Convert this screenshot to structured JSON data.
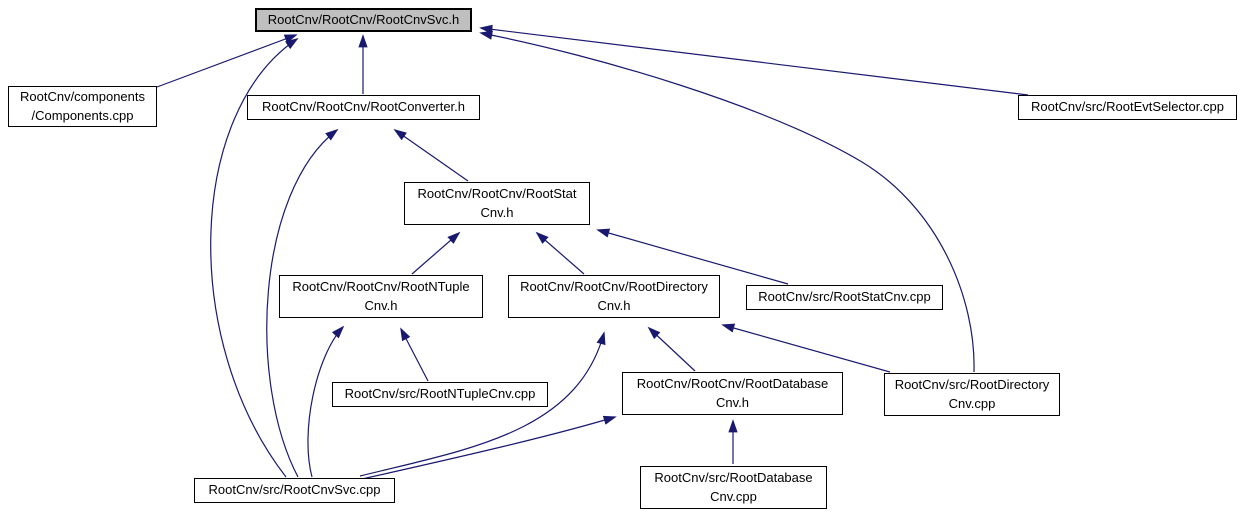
{
  "diagram": {
    "title": "Include dependency graph (included-by) for RootCnvSvc.h",
    "type": "doxygen-dependency-graph",
    "colors": {
      "edge": "#191970",
      "node_fill": "#ffffff",
      "node_border": "#000000",
      "root_fill": "#bfbfbf",
      "background": "#ffffff"
    },
    "nodes": [
      {
        "id": "root",
        "label": "RootCnv/RootCnv/RootCnvSvc.h"
      },
      {
        "id": "components_cpp",
        "label": "RootCnv/components\n/Components.cpp"
      },
      {
        "id": "evtselector_cpp",
        "label": "RootCnv/src/RootEvtSelector.cpp"
      },
      {
        "id": "converter_h",
        "label": "RootCnv/RootCnv/RootConverter.h"
      },
      {
        "id": "statcnv_h",
        "label": "RootCnv/RootCnv/RootStat\nCnv.h"
      },
      {
        "id": "ntuplecnv_h",
        "label": "RootCnv/RootCnv/RootNTuple\nCnv.h"
      },
      {
        "id": "directorycnv_h",
        "label": "RootCnv/RootCnv/RootDirectory\nCnv.h"
      },
      {
        "id": "statcnv_cpp",
        "label": "RootCnv/src/RootStatCnv.cpp"
      },
      {
        "id": "ntuplecnv_cpp",
        "label": "RootCnv/src/RootNTupleCnv.cpp"
      },
      {
        "id": "databasecnv_h",
        "label": "RootCnv/RootCnv/RootDatabase\nCnv.h"
      },
      {
        "id": "directorycnv_cpp",
        "label": "RootCnv/src/RootDirectory\nCnv.cpp"
      },
      {
        "id": "cnvsvc_cpp",
        "label": "RootCnv/src/RootCnvSvc.cpp"
      },
      {
        "id": "databasecnv_cpp",
        "label": "RootCnv/src/RootDatabase\nCnv.cpp"
      }
    ],
    "edges": [
      {
        "from": "components_cpp",
        "to": "root"
      },
      {
        "from": "converter_h",
        "to": "root"
      },
      {
        "from": "evtselector_cpp",
        "to": "root"
      },
      {
        "from": "cnvsvc_cpp",
        "to": "root"
      },
      {
        "from": "directorycnv_cpp",
        "to": "root"
      },
      {
        "from": "statcnv_h",
        "to": "converter_h"
      },
      {
        "from": "cnvsvc_cpp",
        "to": "converter_h"
      },
      {
        "from": "ntuplecnv_h",
        "to": "statcnv_h"
      },
      {
        "from": "directorycnv_h",
        "to": "statcnv_h"
      },
      {
        "from": "statcnv_cpp",
        "to": "statcnv_h"
      },
      {
        "from": "ntuplecnv_cpp",
        "to": "ntuplecnv_h"
      },
      {
        "from": "cnvsvc_cpp",
        "to": "ntuplecnv_h"
      },
      {
        "from": "databasecnv_h",
        "to": "directorycnv_h"
      },
      {
        "from": "directorycnv_cpp",
        "to": "directorycnv_h"
      },
      {
        "from": "cnvsvc_cpp",
        "to": "directorycnv_h"
      },
      {
        "from": "databasecnv_cpp",
        "to": "databasecnv_h"
      },
      {
        "from": "cnvsvc_cpp",
        "to": "databasecnv_h"
      }
    ]
  }
}
